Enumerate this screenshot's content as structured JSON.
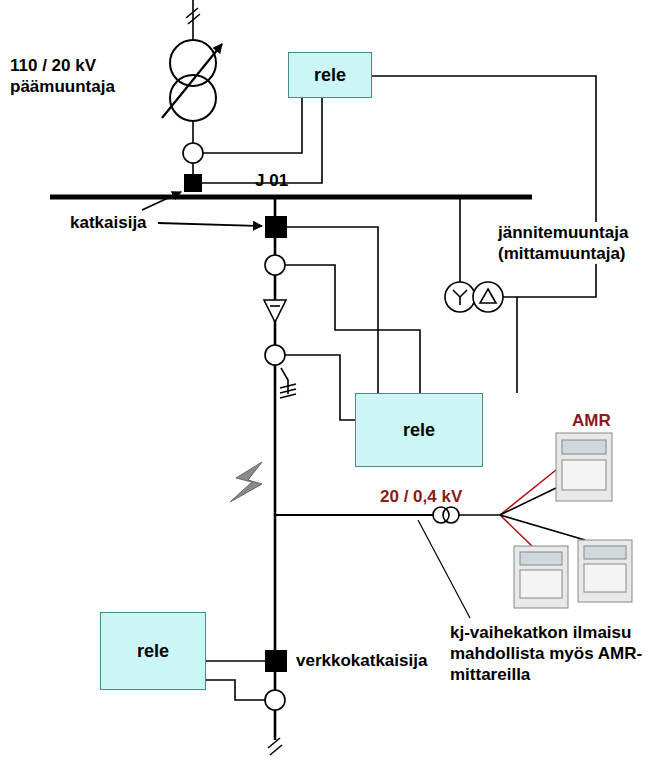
{
  "diagram": {
    "nodes": [
      {
        "text": [
          "rele"
        ]
      },
      {
        "text": [
          "rele"
        ]
      },
      {
        "text": [
          "rele"
        ]
      }
    ],
    "labels": [
      "110 / 20 kV päämuuntaja",
      "J 01",
      "katkaisija",
      "jännitemuuntaja (mittamuuntaja)",
      "20 / 0,4 kV",
      "AMR",
      "verkkokatkaisija",
      "kj-vaihekatkon ilmaisu mahdollista myös AMR-mittareilla"
    ]
  }
}
